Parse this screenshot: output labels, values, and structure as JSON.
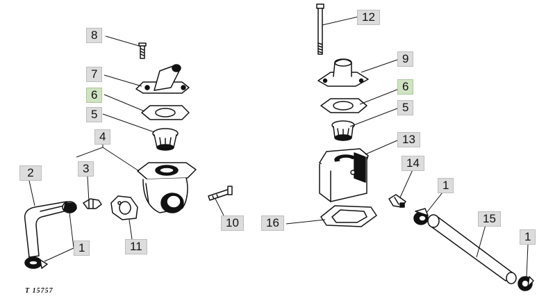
{
  "diagram": {
    "figure_id": "T 15757",
    "callouts": [
      {
        "id": "c8",
        "label": "8"
      },
      {
        "id": "c7",
        "label": "7"
      },
      {
        "id": "c6a",
        "label": "6"
      },
      {
        "id": "c5a",
        "label": "5"
      },
      {
        "id": "c4",
        "label": "4"
      },
      {
        "id": "c3",
        "label": "3"
      },
      {
        "id": "c2",
        "label": "2"
      },
      {
        "id": "c1a",
        "label": "1"
      },
      {
        "id": "c11",
        "label": "11"
      },
      {
        "id": "c10",
        "label": "10"
      },
      {
        "id": "c12",
        "label": "12"
      },
      {
        "id": "c9",
        "label": "9"
      },
      {
        "id": "c6b",
        "label": "6"
      },
      {
        "id": "c5b",
        "label": "5"
      },
      {
        "id": "c13",
        "label": "13"
      },
      {
        "id": "c14",
        "label": "14"
      },
      {
        "id": "c16",
        "label": "16"
      },
      {
        "id": "c1b",
        "label": "1"
      },
      {
        "id": "c15",
        "label": "15"
      },
      {
        "id": "c1c",
        "label": "1"
      }
    ],
    "highlight_color": "#cfe3c2",
    "label_color": "#dcdcdc"
  }
}
